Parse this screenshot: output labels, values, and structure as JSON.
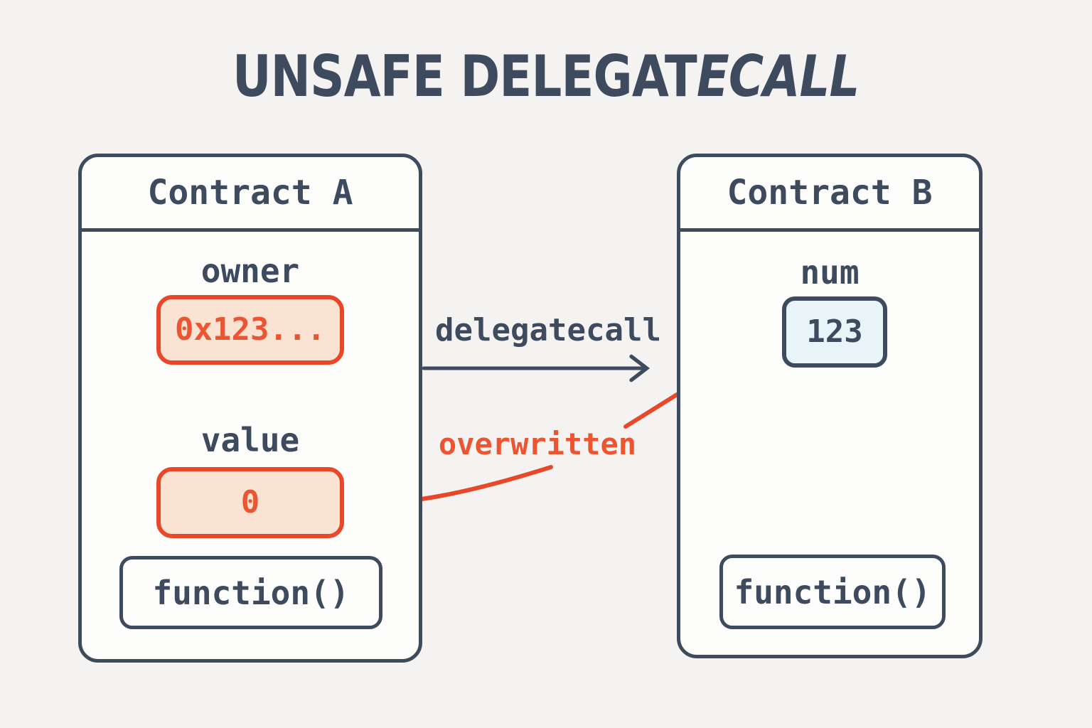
{
  "colors": {
    "ink": "#3e4b5e",
    "red": "#e8472a",
    "red-text": "#ec5532",
    "peach": "#fbe3d3",
    "blue-fill": "#e9f4f9",
    "bg": "#f4f3f1",
    "box-bg": "#fdfdfc"
  },
  "title": {
    "regular": "UNSAFE DELEGAT",
    "italic": "ECALL"
  },
  "contract_a": {
    "name": "Contract A",
    "owner_label": "owner",
    "owner_value": "0x123...",
    "value_label": "value",
    "value_value": "0",
    "function_label": "function()"
  },
  "contract_b": {
    "name": "Contract B",
    "num_label": "num",
    "num_value": "123",
    "function_label": "function()"
  },
  "annotations": {
    "delegatecall": "delegatecall",
    "overwritten": "overwritten"
  }
}
